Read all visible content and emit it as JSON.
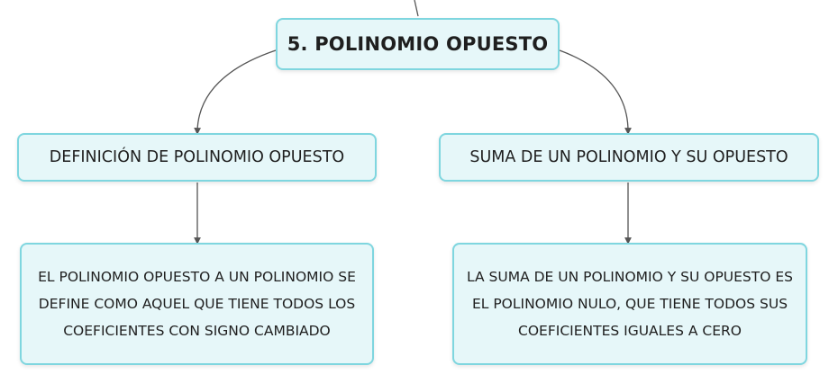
{
  "root": {
    "title": "5. POLINOMIO OPUESTO"
  },
  "branches": [
    {
      "label": "DEFINICIÓN DE POLINOMIO OPUESTO",
      "detail": "EL POLINOMIO OPUESTO A UN POLINOMIO SE DEFINE COMO AQUEL QUE TIENE TODOS LOS COEFICIENTES CON SIGNO CAMBIADO"
    },
    {
      "label": "SUMA DE UN POLINOMIO Y SU OPUESTO",
      "detail": "LA SUMA DE UN POLINOMIO Y SU OPUESTO ES EL POLINOMIO NULO, QUE TIENE TODOS SUS COEFICIENTES IGUALES A CERO"
    }
  ],
  "colors": {
    "node_fill": "#e6f7f9",
    "node_border": "#7fd6df",
    "connector": "#555555",
    "text": "#1f1f1f"
  }
}
